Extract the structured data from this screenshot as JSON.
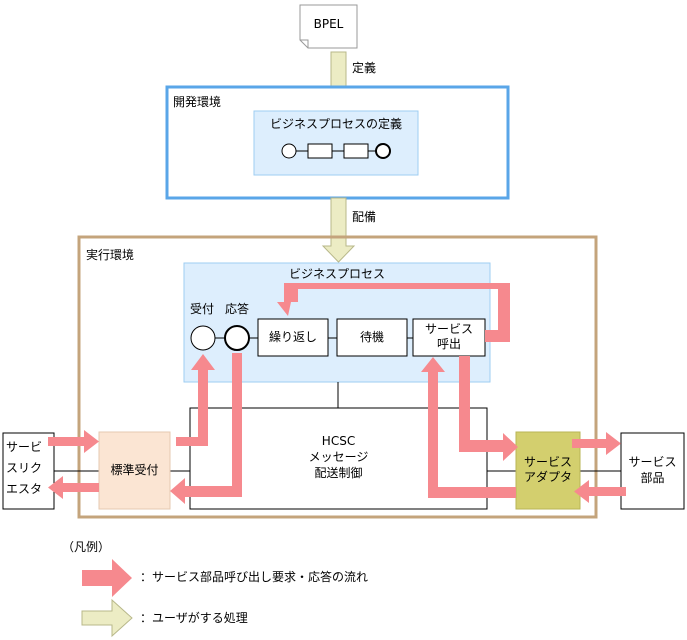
{
  "bpel": "BPEL",
  "define_label": "定義",
  "dev_env": {
    "title": "開発環境",
    "process_def": "ビジネスプロセスの定義"
  },
  "deploy_label": "配備",
  "run_env": {
    "title": "実行環境",
    "business_process": "ビジネスプロセス",
    "receive": "受付",
    "response": "応答",
    "loop": "繰り返し",
    "wait": "待機",
    "service_call_1": "サービス",
    "service_call_2": "呼出",
    "hcsc_1": "HCSC",
    "hcsc_2": "メッセージ",
    "hcsc_3": "配送制御",
    "std_receive": "標準受付",
    "adapter_1": "サービス",
    "adapter_2": "アダプタ"
  },
  "requester": [
    "サービ",
    "スリク",
    "エスタ"
  ],
  "component": [
    "サービス",
    "部品"
  ],
  "legend": {
    "title": "（凡例）",
    "pink": "：サービス部品呼び出し要求・応答の流れ",
    "beige": "：ユーザがする処理"
  },
  "colors": {
    "pink_arrow": "#f6898e",
    "beige_arrow": "#ececc4",
    "dev_border": "#5aa6e8",
    "run_border": "#c4a47c",
    "bp_fill": "#ddeefd",
    "bp_border": "#9ecdf2",
    "std_receive_fill": "#fbe5d3",
    "adapter_fill": "#d3cf6e"
  }
}
